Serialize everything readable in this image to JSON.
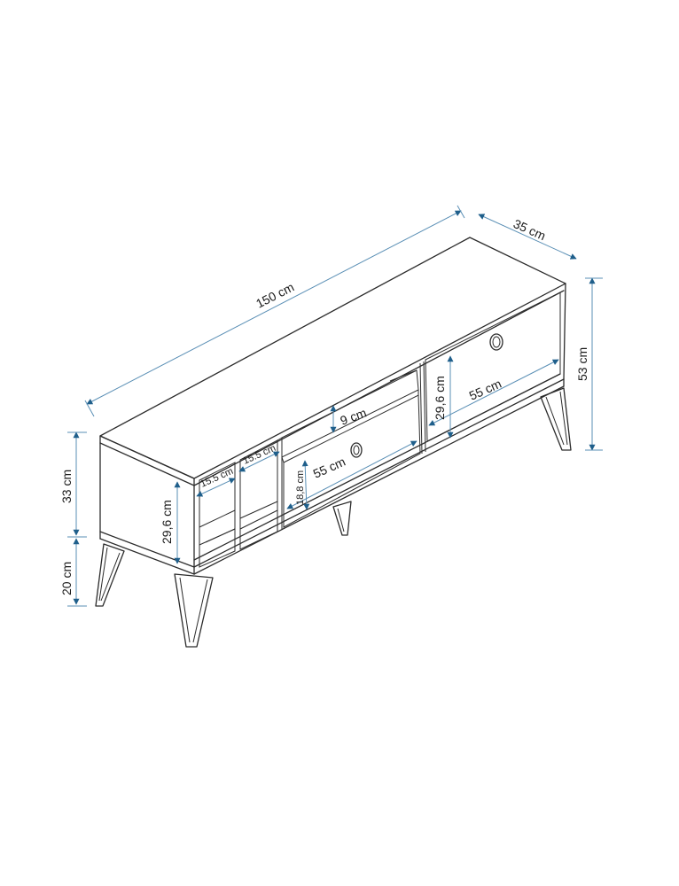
{
  "dimensions": {
    "width": "150 cm",
    "depth": "35 cm",
    "total_height": "53 cm",
    "body_height": "33 cm",
    "leg_height": "20 cm",
    "left_open_height": "29,6 cm",
    "shelf_width_1": "15.5 cm",
    "shelf_width_2": "15.5 cm",
    "top_shelf_height": "9 cm",
    "drawer_height": "18,8 cm",
    "drawer_width": "55 cm",
    "right_door_height": "29,6 cm",
    "right_door_width": "55 cm"
  },
  "colors": {
    "outline": "#2b2b2b",
    "dimension_arrow": "#1f5f8b"
  }
}
